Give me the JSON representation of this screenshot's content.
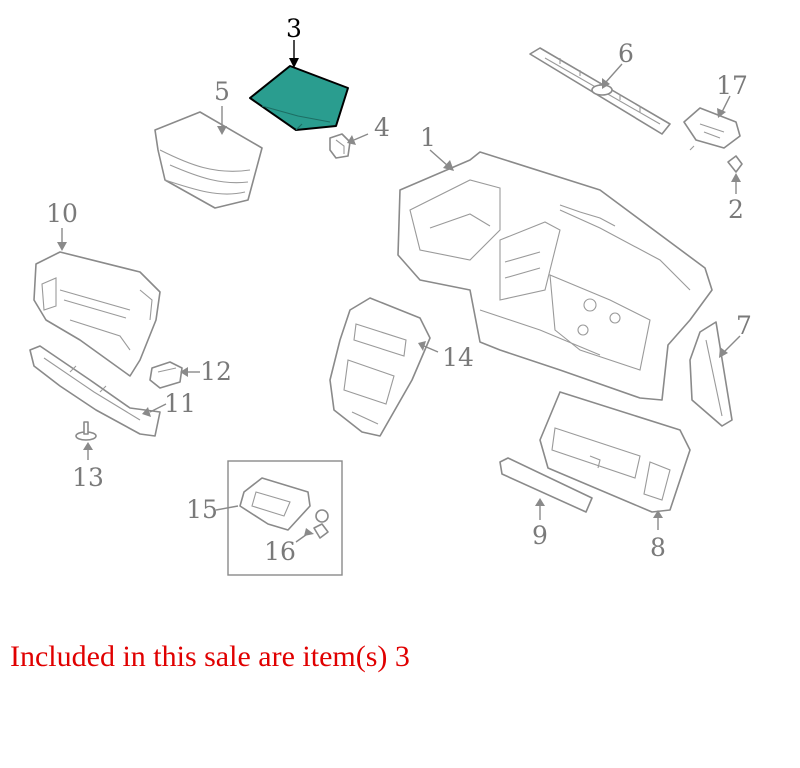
{
  "diagram": {
    "callouts": {
      "p1": "1",
      "p2": "2",
      "p3": "3",
      "p4": "4",
      "p5": "5",
      "p6": "6",
      "p7": "7",
      "p8": "8",
      "p9": "9",
      "p10": "10",
      "p11": "11",
      "p12": "12",
      "p13": "13",
      "p14": "14",
      "p15": "15",
      "p16": "16",
      "p17": "17"
    },
    "highlighted_item": "3",
    "highlight_color": "#2a9d8f",
    "line_color": "#8a8a8a"
  },
  "note": {
    "text": "Included in this sale are item(s) 3",
    "color": "#e00000"
  }
}
